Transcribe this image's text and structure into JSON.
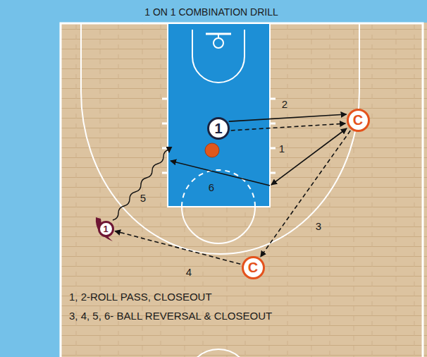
{
  "diagram": {
    "title": "1 ON 1 COMBINATION DRILL",
    "nodes": [
      {
        "text": [
          "1"
        ]
      },
      {
        "text": [
          "C"
        ]
      },
      {
        "text": [
          "C"
        ]
      },
      {
        "text": [
          "1"
        ]
      }
    ],
    "edges": [
      {
        "from": 0,
        "to": 1,
        "arrow": "to",
        "label": "2"
      },
      {
        "from": 0,
        "to": 1,
        "arrow": "to"
      },
      {
        "from": 1,
        "to": 2,
        "arrow": "to",
        "label": "3"
      },
      {
        "from": 2,
        "to": 3,
        "arrow": "to",
        "label": "4"
      }
    ],
    "labels": [
      "1",
      "6",
      "5",
      "1, 2-ROLL PASS, CLOSEOUT",
      "3, 4, 5, 6- BALL REVERSAL & CLOSEOUT"
    ]
  }
}
